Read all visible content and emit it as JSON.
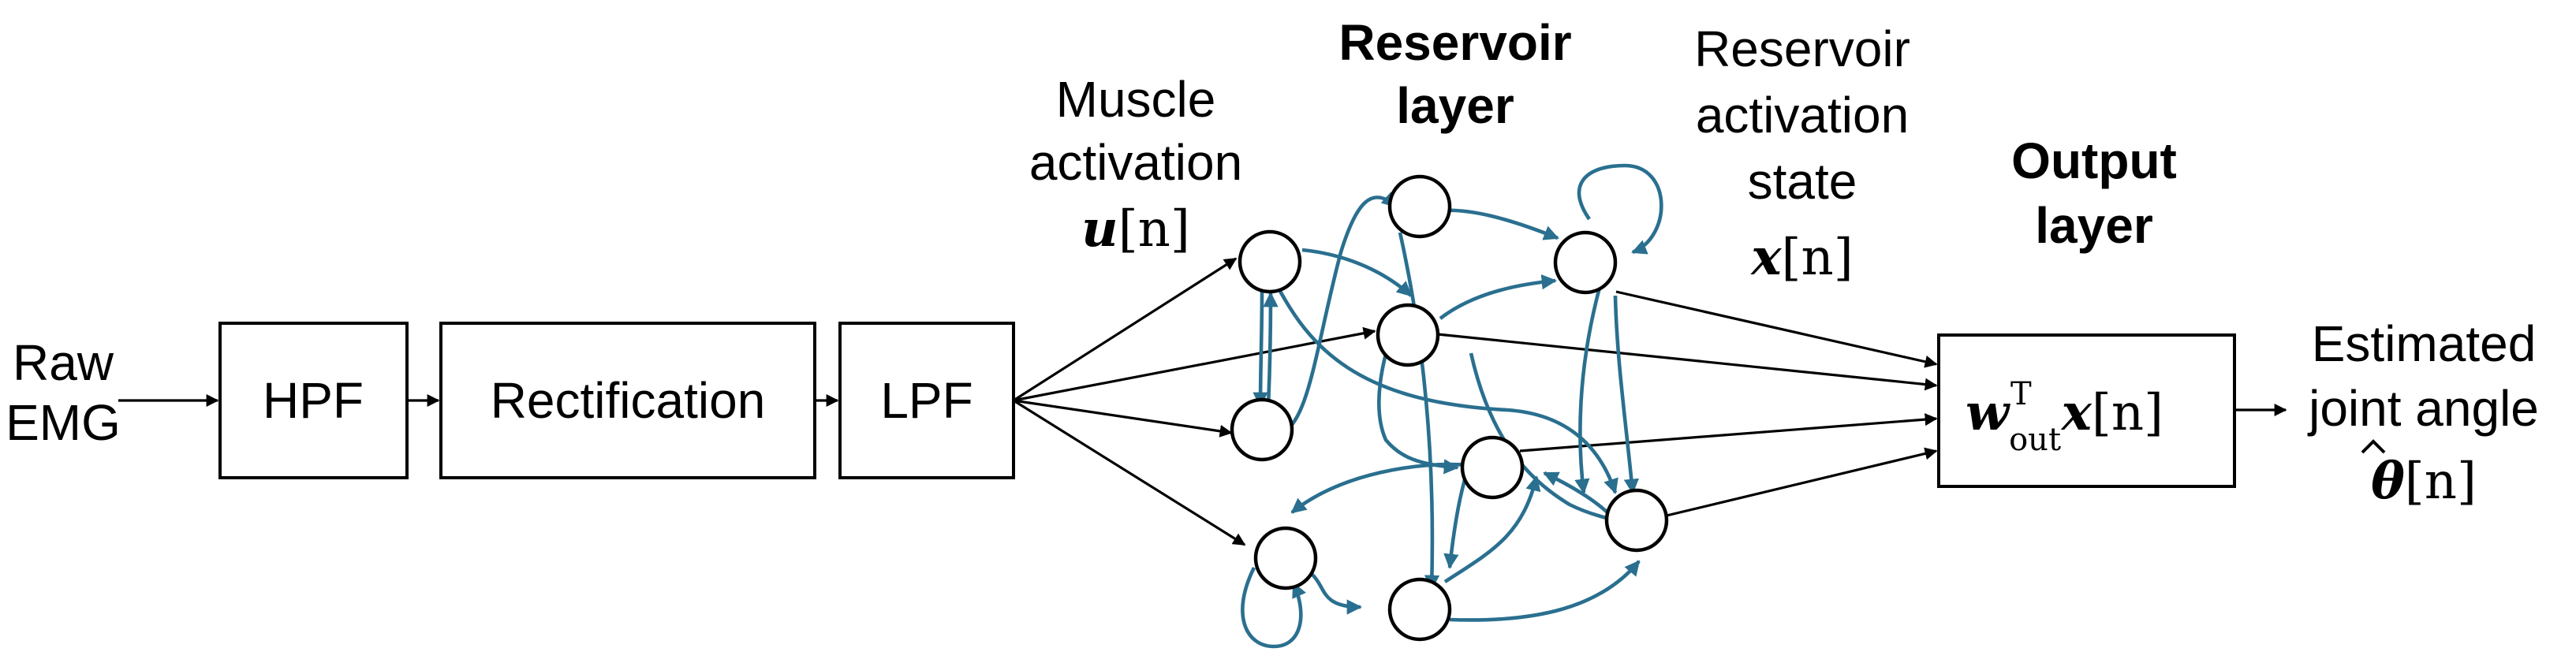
{
  "input": {
    "line1": "Raw",
    "line2": "EMG"
  },
  "blocks": {
    "hpf": "HPF",
    "rectification": "Rectification",
    "lpf": "LPF"
  },
  "muscle_activation": {
    "line1": "Muscle",
    "line2": "activation",
    "symbol": "u",
    "index": "[n]"
  },
  "reservoir_layer": {
    "line1": "Reservoir",
    "line2": "layer"
  },
  "reservoir_state": {
    "line1": "Reservoir",
    "line2": "activation",
    "line3": "state",
    "symbol": "x",
    "index": "[n]"
  },
  "output_layer": {
    "line1": "Output",
    "line2": "layer",
    "formula": {
      "w": "w",
      "sub": "out",
      "sup": "T",
      "x": "x",
      "index": "[n]"
    }
  },
  "output": {
    "line1": "Estimated",
    "line2": "joint angle",
    "symbol": "θ",
    "index": "[n]"
  },
  "colors": {
    "reservoir_connection": "#2a6f8f",
    "feedforward_connection": "#000000"
  }
}
